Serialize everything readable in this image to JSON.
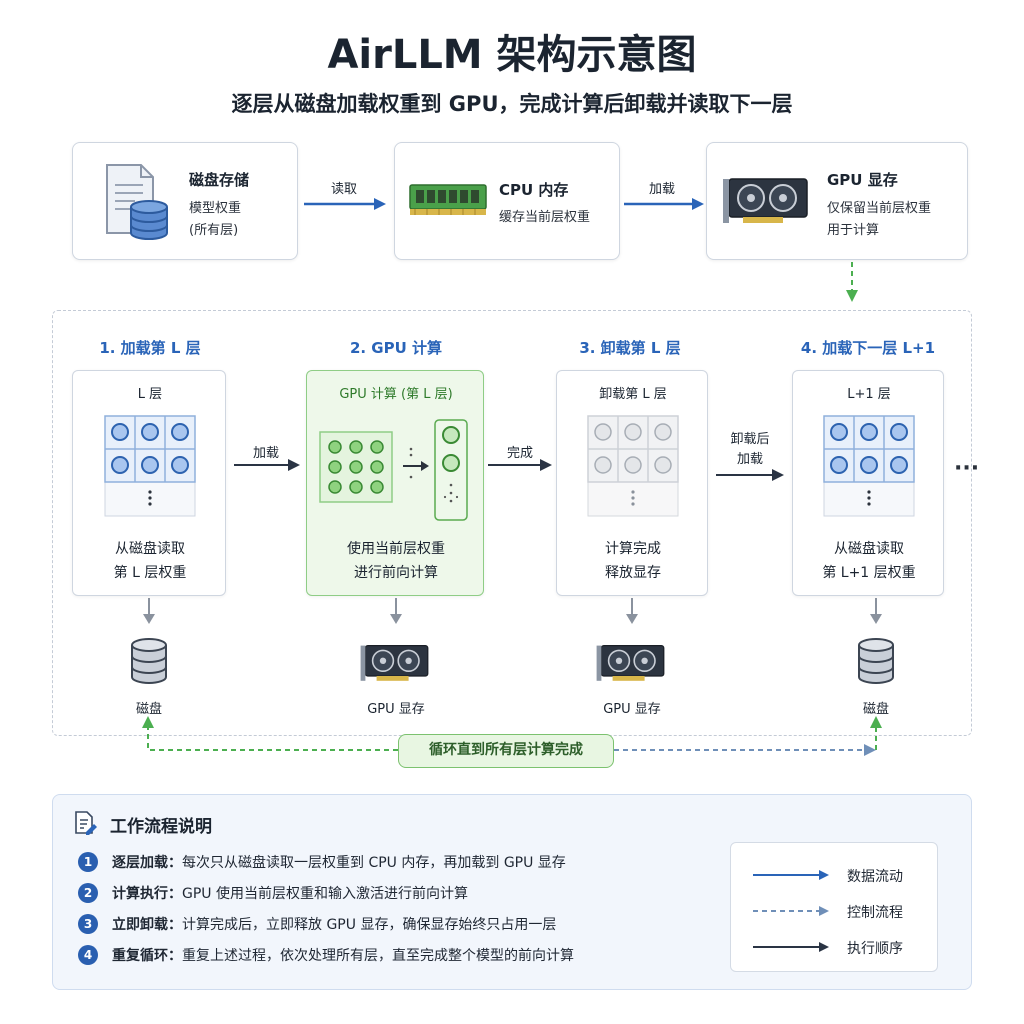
{
  "header": {
    "title": "AirLLM 架构示意图",
    "subtitle": "逐层从磁盘加载权重到 GPU，完成计算后卸载并读取下一层"
  },
  "top": {
    "disk": {
      "title": "磁盘存储",
      "line1": "模型权重",
      "line2": "(所有层)",
      "icon": "disk-document-icon"
    },
    "arrow1": "读取",
    "cpu": {
      "title": "CPU 内存",
      "line1": "缓存当前层权重",
      "icon": "ram-module-icon"
    },
    "arrow2": "加载",
    "gpu": {
      "title": "GPU 显存",
      "line1": "仅保留当前层权重",
      "line2": "用于计算",
      "icon": "graphics-card-icon"
    }
  },
  "steps": [
    {
      "heading": "1. 加载第 L 层",
      "card_title": "L 层",
      "desc1": "从磁盘读取",
      "desc2": "第 L 层权重",
      "bottom": "磁盘",
      "bottom_icon": "database-icon"
    },
    {
      "heading": "2. GPU 计算",
      "card_title": "GPU 计算 (第 L 层)",
      "desc1": "使用当前层权重",
      "desc2": "进行前向计算",
      "bottom": "GPU 显存",
      "bottom_icon": "graphics-card-icon"
    },
    {
      "heading": "3. 卸载第 L 层",
      "card_title": "卸载第 L 层",
      "desc1": "计算完成",
      "desc2": "释放显存",
      "bottom": "GPU 显存",
      "bottom_icon": "graphics-card-icon"
    },
    {
      "heading": "4. 加载下一层 L+1",
      "card_title": "L+1 层",
      "desc1": "从磁盘读取",
      "desc2": "第 L+1 层权重",
      "bottom": "磁盘",
      "bottom_icon": "database-icon"
    }
  ],
  "between": {
    "a1": "加载",
    "a2": "完成",
    "a3_line1": "卸载后",
    "a3_line2": "加载",
    "more": "···"
  },
  "loop_label": "循环直到所有层计算完成",
  "workflow": {
    "title": "工作流程说明",
    "items": [
      {
        "num": "1",
        "label": "逐层加载：",
        "text": "每次只从磁盘读取一层权重到 CPU 内存，再加载到 GPU 显存"
      },
      {
        "num": "2",
        "label": "计算执行：",
        "text": "GPU 使用当前层权重和输入激活进行前向计算"
      },
      {
        "num": "3",
        "label": "立即卸载：",
        "text": "计算完成后，立即释放 GPU 显存，确保显存始终只占用一层"
      },
      {
        "num": "4",
        "label": "重复循环：",
        "text": "重复上述过程，依次处理所有层，直至完成整个模型的前向计算"
      }
    ]
  },
  "legend": {
    "data_flow": "数据流动",
    "control_flow": "控制流程",
    "exec_order": "执行顺序"
  },
  "colors": {
    "blue": "#2a64b8",
    "green": "#3f9a3a",
    "navy": "#2a3444",
    "dashed_blue": "#6f8fb8"
  }
}
